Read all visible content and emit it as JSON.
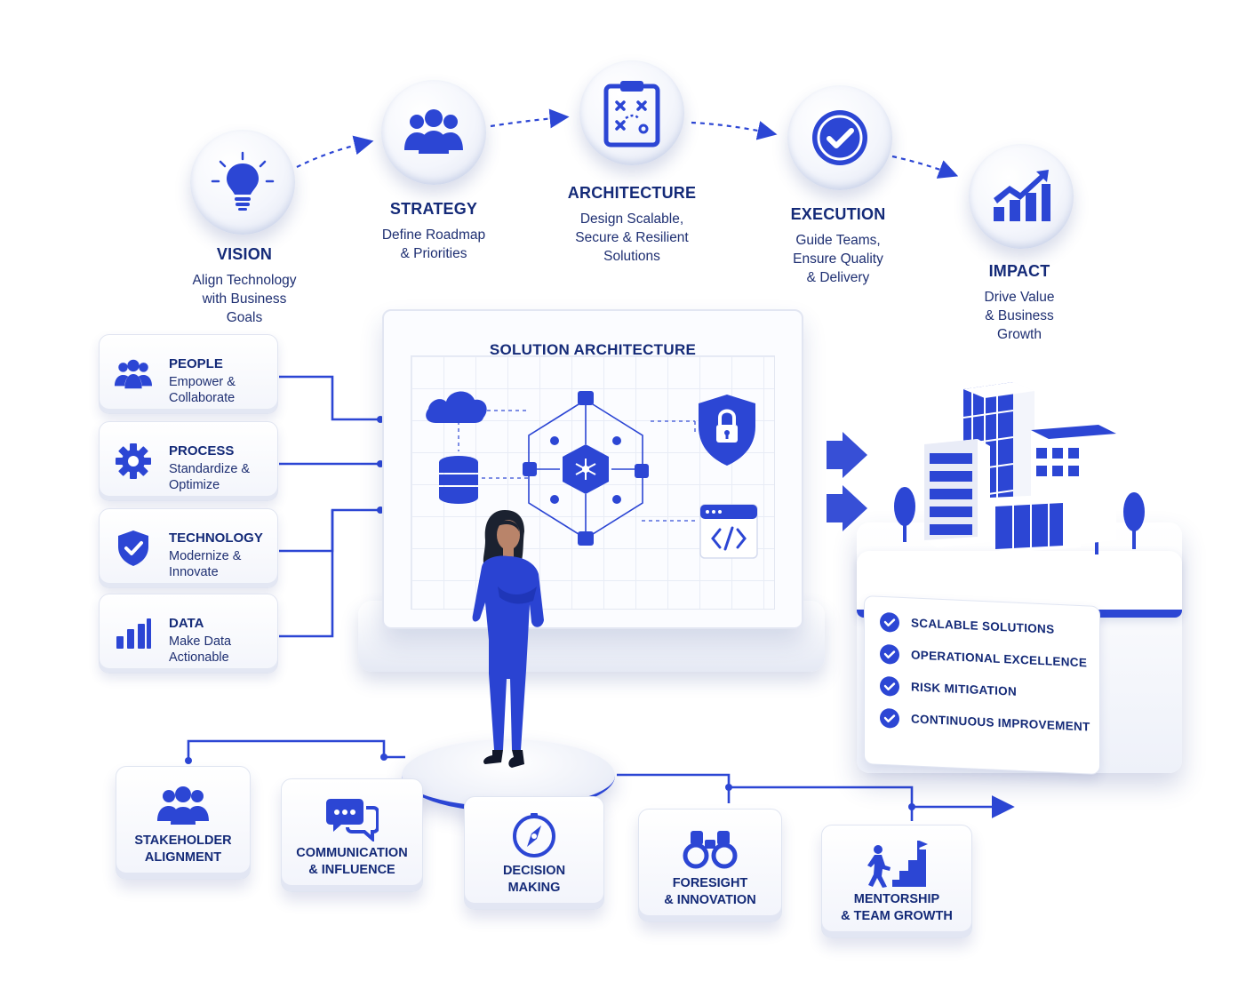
{
  "colors": {
    "primary": "#2c46d4",
    "dark": "#142a78",
    "light": "#eef1fb"
  },
  "steps": [
    {
      "title": "VISION",
      "desc": "Align Technology\nwith Business\nGoals",
      "icon": "lightbulb-icon"
    },
    {
      "title": "STRATEGY",
      "desc": "Define Roadmap\n& Priorities",
      "icon": "team-icon"
    },
    {
      "title": "ARCHITECTURE",
      "desc": "Design Scalable,\nSecure & Resilient\nSolutions",
      "icon": "clipboard-plan-icon"
    },
    {
      "title": "EXECUTION",
      "desc": "Guide Teams,\nEnsure Quality\n& Delivery",
      "icon": "check-circle-icon"
    },
    {
      "title": "IMPACT",
      "desc": "Drive Value\n& Business\nGrowth",
      "icon": "growth-chart-icon"
    }
  ],
  "pillars": [
    {
      "title": "PEOPLE",
      "desc": "Empower &\nCollaborate",
      "icon": "people-icon"
    },
    {
      "title": "PROCESS",
      "desc": "Standardize &\nOptimize",
      "icon": "gear-icon"
    },
    {
      "title": "TECHNOLOGY",
      "desc": "Modernize &\nInnovate",
      "icon": "shield-check-icon"
    },
    {
      "title": "DATA",
      "desc": "Make Data\nActionable",
      "icon": "bar-chart-icon"
    }
  ],
  "board": {
    "title": "SOLUTION ARCHITECTURE"
  },
  "outcomes": [
    "SCALABLE SOLUTIONS",
    "OPERATIONAL EXCELLENCE",
    "RISK MITIGATION",
    "CONTINUOUS IMPROVEMENT"
  ],
  "capabilities": [
    {
      "label": "STAKEHOLDER\nALIGNMENT",
      "icon": "stakeholder-icon"
    },
    {
      "label": "COMMUNICATION\n& INFLUENCE",
      "icon": "chat-bubbles-icon"
    },
    {
      "label": "DECISION\nMAKING",
      "icon": "compass-icon"
    },
    {
      "label": "FORESIGHT\n& INNOVATION",
      "icon": "binoculars-icon"
    },
    {
      "label": "MENTORSHIP\n& TEAM GROWTH",
      "icon": "climb-stairs-icon"
    }
  ]
}
